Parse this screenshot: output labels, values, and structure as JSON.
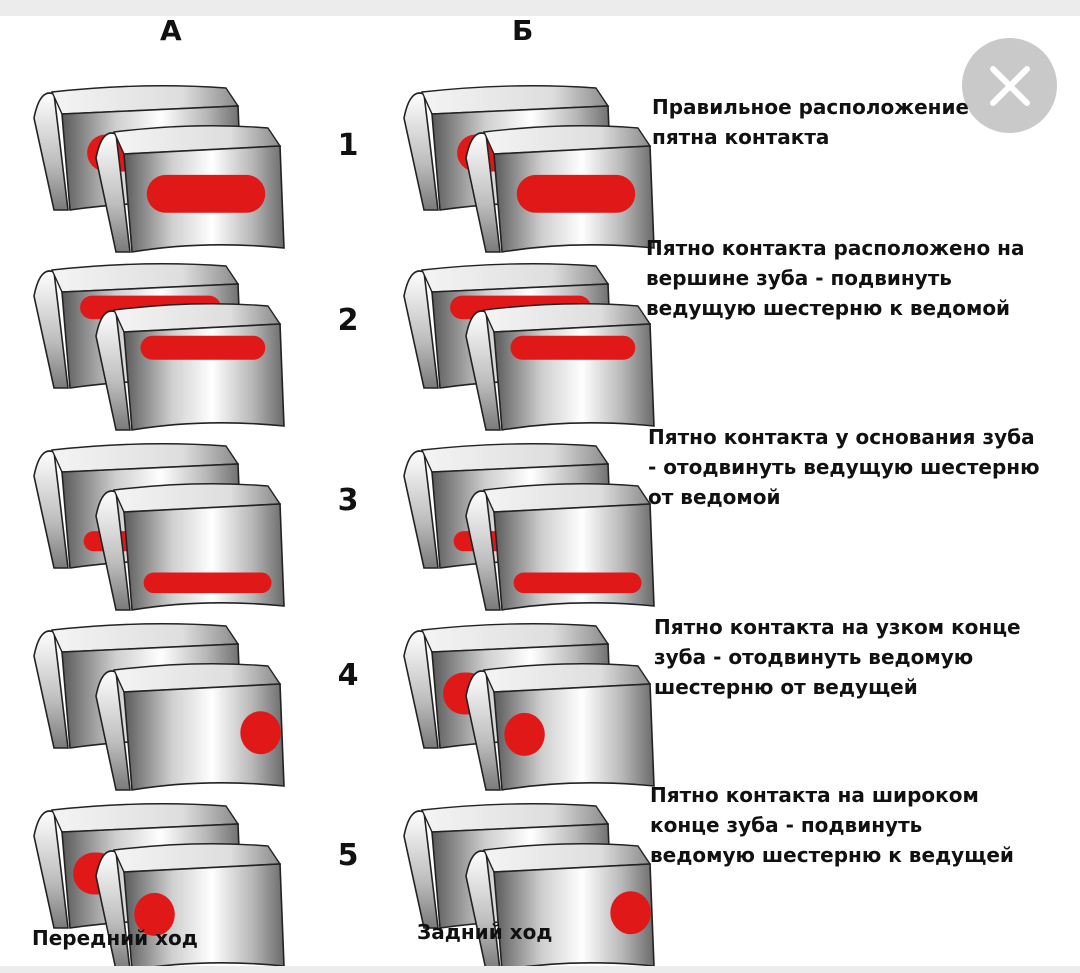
{
  "header": {
    "col_a": "А",
    "col_b": "Б"
  },
  "rows": [
    {
      "num": "1",
      "text": "Правильное расположение\nпятна контакта",
      "a": "center",
      "b": "center"
    },
    {
      "num": "2",
      "text": "Пятно контакта расположено на\nвершине зуба - подвинуть\nведущую шестерню к ведомой",
      "a": "top",
      "b": "top"
    },
    {
      "num": "3",
      "text": "Пятно контакта у основания зуба\n- отодвинуть ведущую шестерню\nот ведомой",
      "a": "bottom",
      "b": "bottom"
    },
    {
      "num": "4",
      "text": "Пятно контакта на узком конце\nзуба - отодвинуть ведомую\nшестерню от ведущей",
      "a": "right",
      "b": "left"
    },
    {
      "num": "5",
      "text": "Пятно контакта на широком\nконце зуба - подвинуть\nведомую шестерню к ведущей",
      "a": "left",
      "b": "right"
    }
  ],
  "captions": {
    "a": "Передний ход",
    "b": "Задний ход"
  },
  "colors": {
    "contact": "#e01818",
    "tooth_dark": "#6e6e6e",
    "tooth_light": "#ffffff"
  },
  "icons": {
    "close": "close-icon"
  }
}
